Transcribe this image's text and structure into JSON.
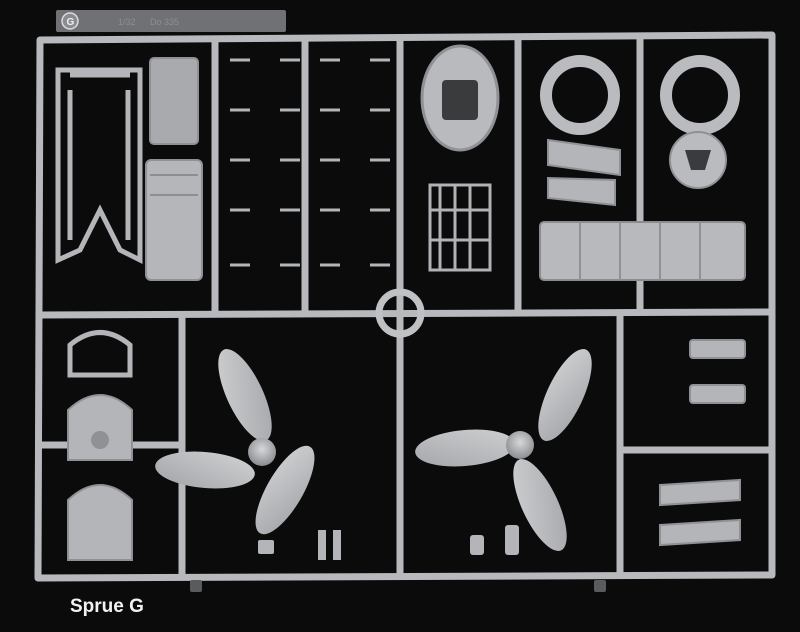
{
  "photo": {
    "subject": "plastic model kit sprue",
    "caption": "Sprue G",
    "sprue_tab": {
      "letter": "G",
      "scale": "1/32",
      "model": "Do 335"
    },
    "colors": {
      "background": "#0b0b0c",
      "plastic": "#b9bbbe",
      "plastic_shadow": "#8f9194",
      "plastic_highlight": "#d4d6d8",
      "caption": "#f2f2f2"
    }
  }
}
